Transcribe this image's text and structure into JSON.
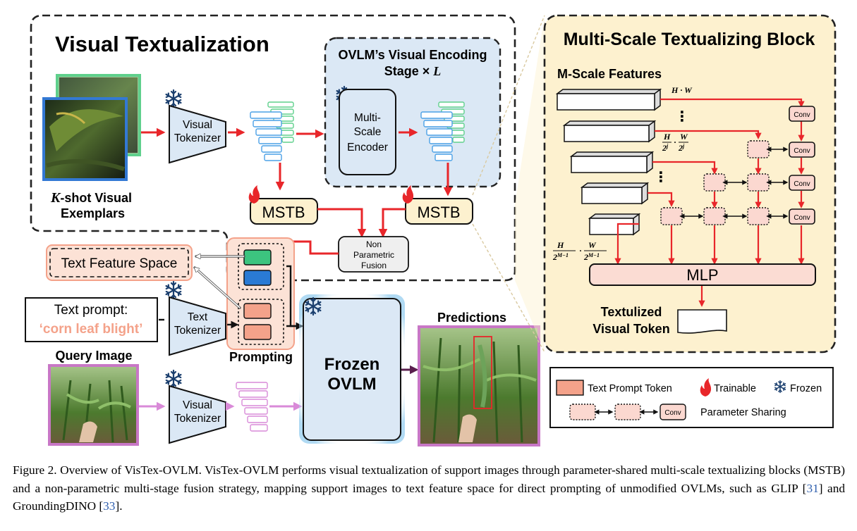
{
  "figure": {
    "visual_textualization_title": "Visual Textualization",
    "exemplar_label_k": "K",
    "exemplar_label_line1": "-shot Visual",
    "exemplar_label_line2": "Exemplars",
    "visual_tokenizer_line1": "Visual",
    "visual_tokenizer_line2": "Tokenizer",
    "ovlm_stage_line1": "OVLM’s Visual Encoding",
    "ovlm_stage_line2": "Stage ×",
    "ovlm_stage_L": "L",
    "encoder_line1": "Multi-",
    "encoder_line2": "Scale",
    "encoder_line3": "Encoder",
    "mstb_label": "MSTB",
    "fusion_line1": "Non",
    "fusion_line2": "Parametric",
    "fusion_line3": "Fusion",
    "text_feature_space": "Text Feature Space",
    "text_prompt_line1": "Text prompt:",
    "text_prompt_line2": "‘corn leaf blight’",
    "text_tokenizer_line1": "Text",
    "text_tokenizer_line2": "Tokenizer",
    "prompting_label": "Prompting",
    "query_image_label": "Query Image",
    "frozen_ovlm_line1": "Frozen",
    "frozen_ovlm_line2": "OVLM",
    "predictions_label": "Predictions",
    "mstb_block_title": "Multi-Scale Textualizing Block",
    "m_scale_features": "M-Scale Features",
    "feat_top_label": "H · W",
    "feat_mid_H": "H",
    "feat_mid_W": "W",
    "feat_mid_den": "2",
    "feat_mid_sup": "j",
    "feat_bot_H": "H",
    "feat_bot_W": "W",
    "feat_bot_den": "2",
    "feat_bot_sup": "M−1",
    "dots": "⋮",
    "conv_label": "Conv",
    "mlp_label": "MLP",
    "textualized_line1": "Textulized",
    "textualized_line2": "Visual Token",
    "legend_text_prompt_token": "Text Prompt Token",
    "legend_trainable": "Trainable",
    "legend_frozen": "Frozen",
    "legend_parameter_sharing": "Parameter Sharing"
  },
  "caption": {
    "text_1": "Figure 2. Overview of VisTex-OVLM. VisTex-OVLM performs visual textualization of support images through parameter-shared multi-scale textualizing blocks (MSTB) and a non-parametric multi-stage fusion strategy, mapping support images to text feature space for direct prompting of unmodified OVLMs, such as GLIP [",
    "ref_1": "31",
    "text_2": "] and GroundingDINO [",
    "ref_2": "33",
    "text_3": "]."
  },
  "colors": {
    "arrow_red": "#e8262a",
    "arrow_purple": "#5a1f4e",
    "arrow_pink": "#d98ad8",
    "blue_fill": "#dbe8f5",
    "yellow_fill": "#fdf1cf",
    "salmon": "#f4a28a",
    "green_token": "#3cc47f",
    "blue_token": "#2a7ad4",
    "magenta_frame": "#c877c6",
    "conv_fill": "#fbd8d0",
    "mlp_fill": "#fbdcd3"
  }
}
